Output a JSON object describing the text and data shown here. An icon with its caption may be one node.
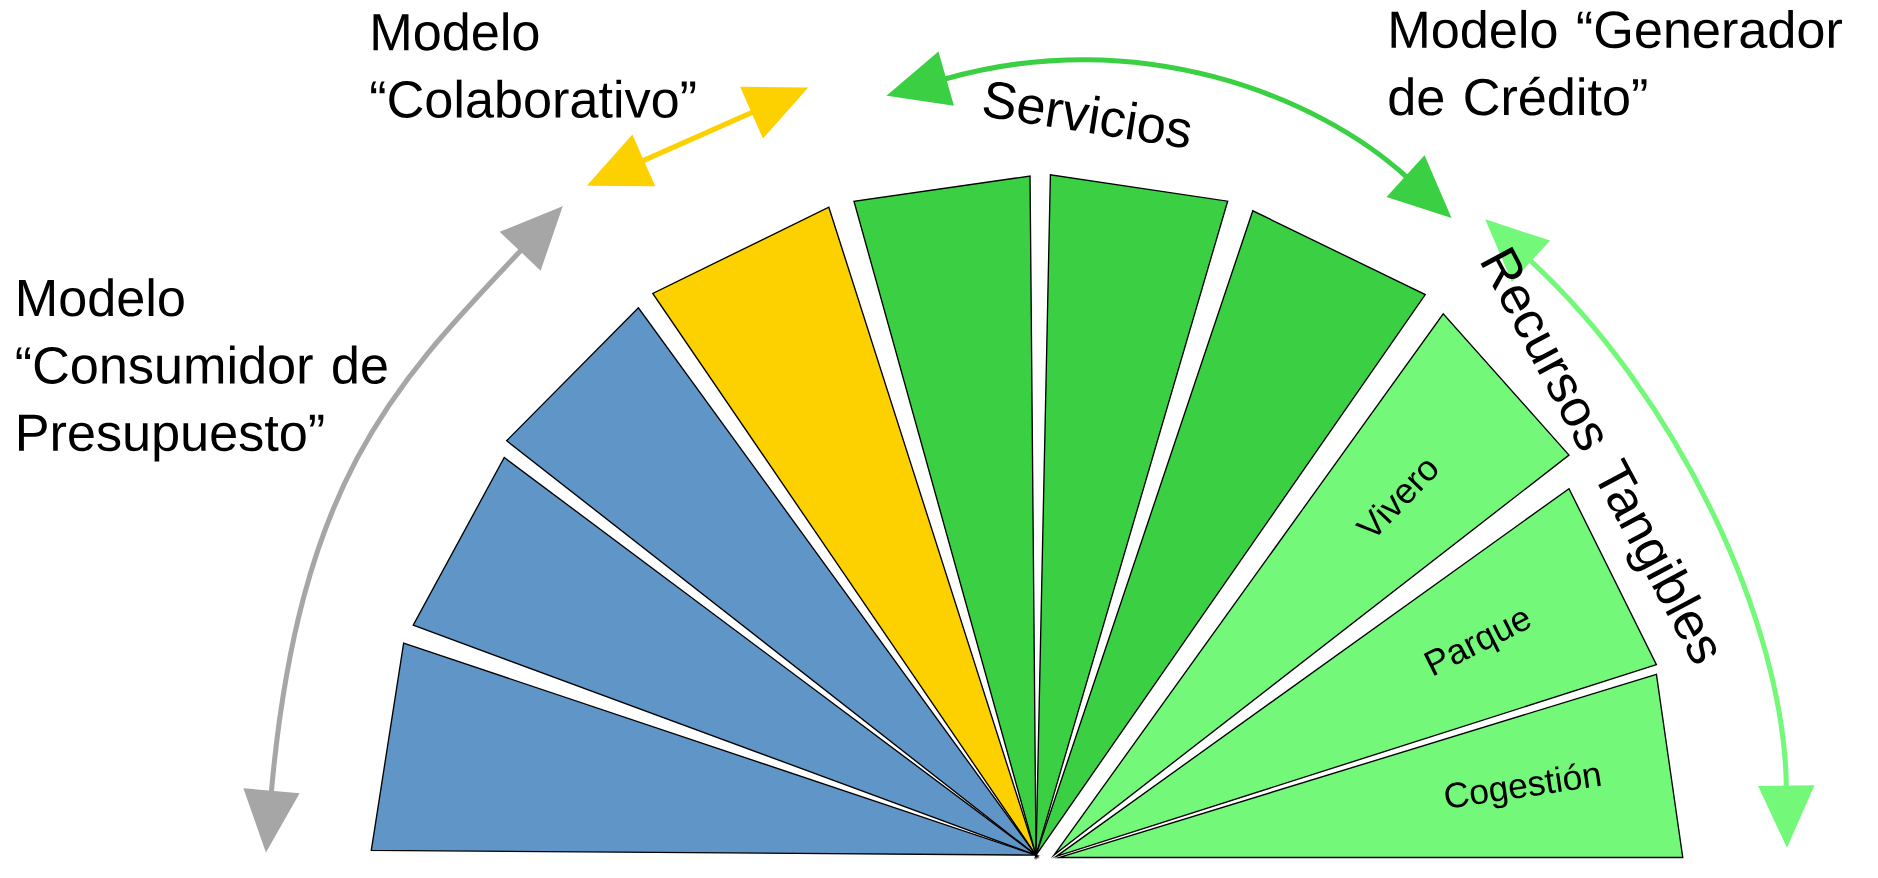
{
  "diagram": {
    "nodes": [
      {
        "text": [],
        "shape": "wedge"
      },
      {
        "text": [],
        "shape": "wedge"
      },
      {
        "text": [],
        "shape": "wedge"
      },
      {
        "text": [],
        "shape": "wedge"
      },
      {
        "text": [],
        "shape": "wedge"
      },
      {
        "text": [],
        "shape": "wedge"
      },
      {
        "text": [],
        "shape": "wedge"
      },
      {
        "text": [
          "Vivero"
        ]
      },
      {
        "text": [
          "Parque"
        ]
      },
      {
        "text": [
          "Cogestión"
        ]
      }
    ],
    "labels": [
      "Modelo “Colaborativo”",
      "Modelo “Generador de Crédito”",
      "Servicios",
      "Modelo “Consumidor de Presupuesto”",
      "Recursos Tangibles"
    ]
  }
}
